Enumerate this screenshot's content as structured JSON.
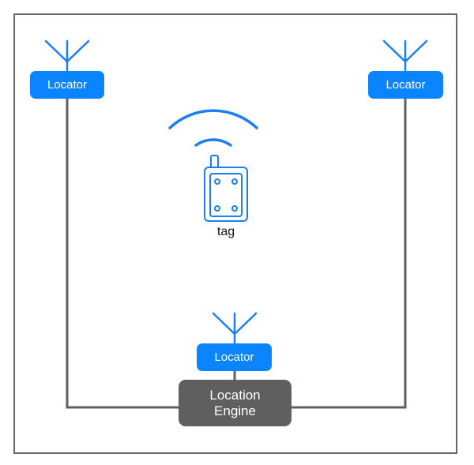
{
  "locators": [
    {
      "label": "Locator"
    },
    {
      "label": "Locator"
    },
    {
      "label": "Locator"
    }
  ],
  "engine": {
    "line1": "Location",
    "line2": "Engine"
  },
  "tag": {
    "label": "tag"
  },
  "colors": {
    "locator": "#0a84ff",
    "engine": "#5f5f5f",
    "wire": "#5f5f5f",
    "border": "#666666",
    "icon": "#1a7ff2"
  },
  "icons": [
    "antenna-icon",
    "wifi-signal-icon",
    "tag-device-icon"
  ]
}
